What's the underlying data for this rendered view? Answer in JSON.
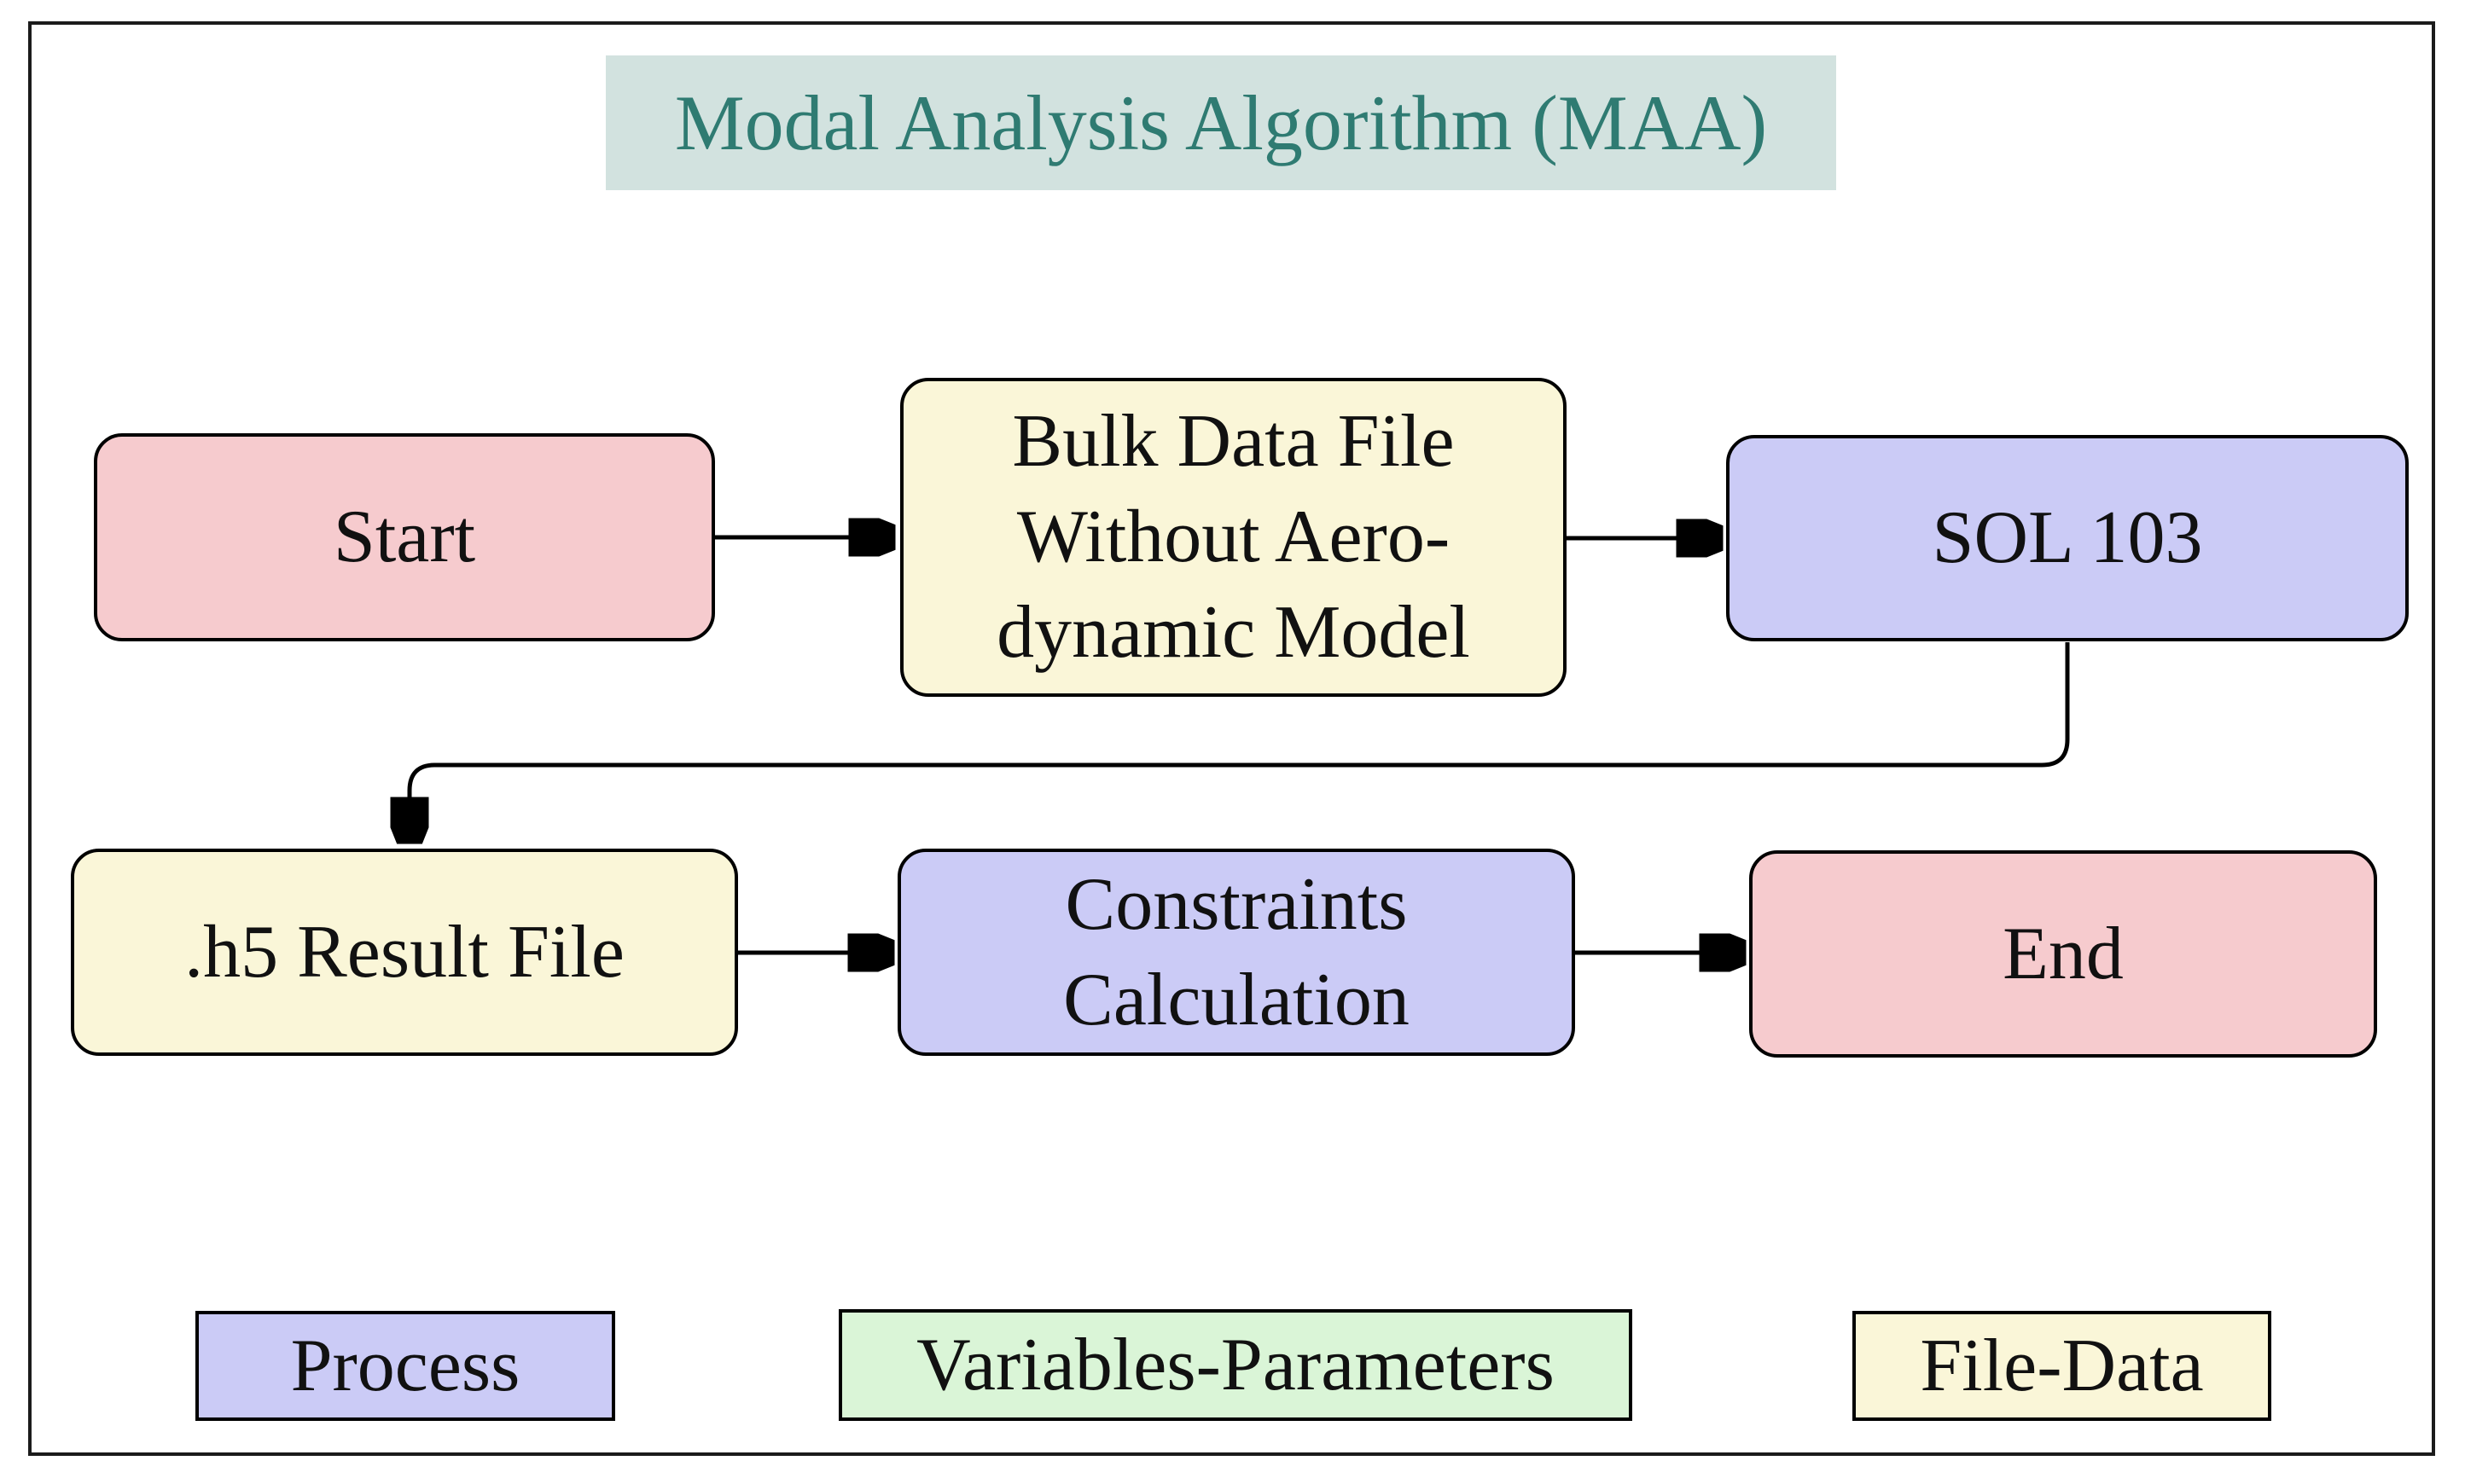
{
  "title": {
    "label": "Modal Analysis Algorithm (MAA)"
  },
  "nodes": {
    "start": {
      "label": "Start",
      "type": "terminal"
    },
    "bulk": {
      "line1": "Bulk Data File",
      "line2": "Without Aero-",
      "line3": "dynamic Model",
      "type": "file-data"
    },
    "sol": {
      "label": "SOL 103",
      "type": "process"
    },
    "h5": {
      "label": ".h5 Result File",
      "type": "file-data"
    },
    "constraints": {
      "line1": "Constraints",
      "line2": "Calculation",
      "type": "process"
    },
    "end": {
      "label": "End",
      "type": "terminal"
    }
  },
  "legend": {
    "process": {
      "label": "Process"
    },
    "variables": {
      "label": "Variables-Parameters"
    },
    "filedata": {
      "label": "File-Data"
    }
  },
  "colors": {
    "terminal_pink": "#f6cbce",
    "file_yellow": "#faf6d8",
    "process_lavender": "#cbcbf6",
    "legend_green": "#daf5d7",
    "title_bg": "#d2e2df",
    "title_text": "#2f7b72",
    "line": "#000000"
  }
}
